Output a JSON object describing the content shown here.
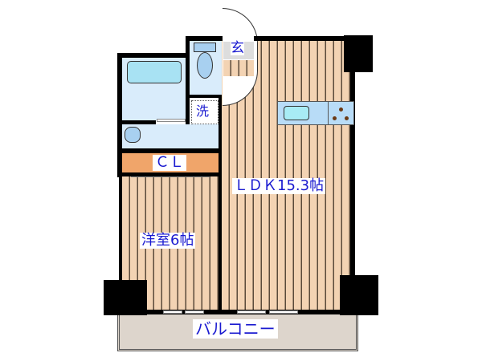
{
  "floorplan": {
    "rooms": {
      "entrance": {
        "label": "玄"
      },
      "laundry": {
        "label": "洗"
      },
      "closet": {
        "label": "ＣＬ"
      },
      "ldk": {
        "label": "ＬＤＫ15.3帖"
      },
      "western_room": {
        "label": "洋室6帖"
      },
      "balcony": {
        "label": "バルコニー"
      }
    },
    "colors": {
      "wall": "#000000",
      "floor": "#f3d3b3",
      "wet_area": "#d9ecfb",
      "closet": "#f0a56a",
      "balcony": "#ddd5cc",
      "label_text": "#1a1ad0"
    }
  }
}
